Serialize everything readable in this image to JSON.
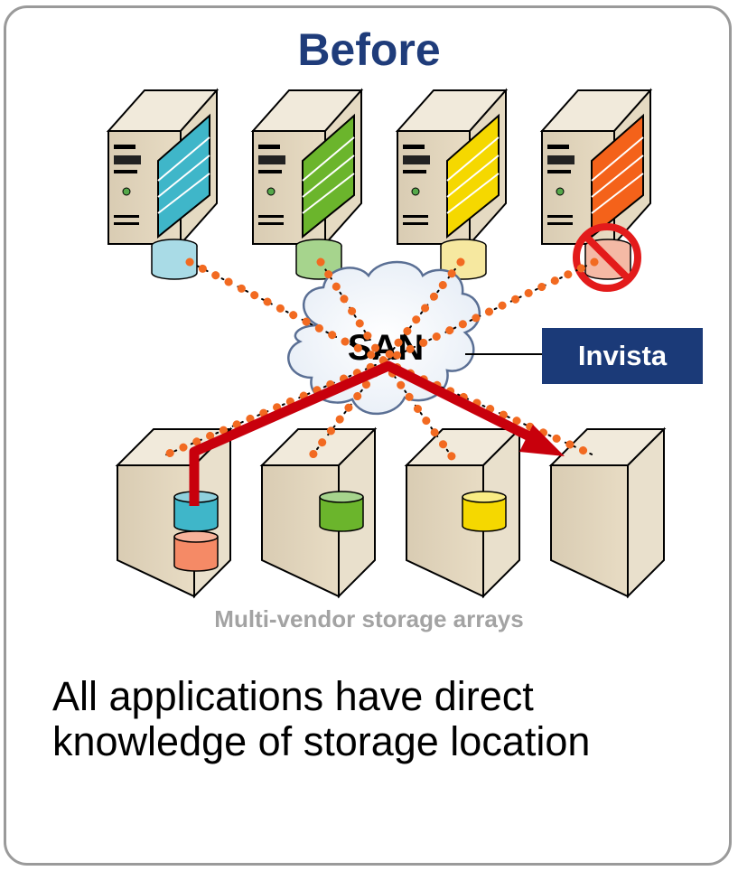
{
  "title": "Before",
  "san_label": "SAN",
  "invista_label": "Invista",
  "arrays_label": "Multi-vendor storage arrays",
  "caption": {
    "line1": "All applications have direct",
    "line2": "knowledge of storage location"
  },
  "servers": [
    {
      "name": "server-blue",
      "color": "#3fb6c9",
      "disk_color": "#a9dbe6",
      "blocked": false
    },
    {
      "name": "server-green",
      "color": "#6bb52c",
      "disk_color": "#a6d48d",
      "blocked": false
    },
    {
      "name": "server-yellow",
      "color": "#f5d800",
      "disk_color": "#f6e8a0",
      "blocked": false
    },
    {
      "name": "server-orange",
      "color": "#f4621a",
      "disk_color": "#f4b9a5",
      "blocked": true
    }
  ],
  "arrays": [
    {
      "name": "array-1",
      "disks": [
        "#3fb6c9",
        "#f4621a"
      ]
    },
    {
      "name": "array-2",
      "disks": [
        "#6bb52c"
      ]
    },
    {
      "name": "array-3",
      "disks": [
        "#f5d800"
      ]
    },
    {
      "name": "array-4",
      "disks": []
    }
  ],
  "colors": {
    "title": "#1f3c7a",
    "invista_bg": "#1b3a78",
    "connection_dots": "#f26a21",
    "migration_arrow": "#c8000c",
    "block_symbol": "#e31b1b"
  }
}
